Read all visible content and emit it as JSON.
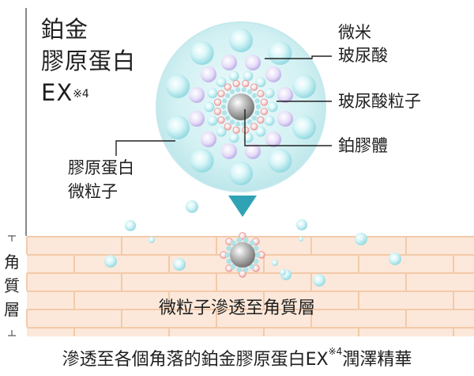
{
  "title": {
    "line1": "鉑金",
    "line2": "膠原蛋白",
    "line3": "EX",
    "note": "※4"
  },
  "callouts": {
    "micro_ha": [
      "微米",
      "玻尿酸"
    ],
    "ha_particle": "玻尿酸粒子",
    "platinum": "鉑膠體",
    "collagen_micro": [
      "膠原蛋白",
      "微粒子"
    ]
  },
  "skin": {
    "side_label": [
      "角",
      "質",
      "層"
    ],
    "penetration_text": "微粒子滲透至角質層"
  },
  "caption": {
    "main": "滲透至各個角落的鉑金膠原蛋白EX",
    "note": "※4",
    "tail": "潤澤精華"
  },
  "colors": {
    "skin_base": "#fce9dc",
    "skin_line": "#f2c9ad",
    "sphere": "#d4f1f3",
    "sphere_edge": "#bfe7ea",
    "bubble": "#c2eef1",
    "micro_ha": "#dcd3f3",
    "ha_particle": "#f4c2c0",
    "platinum": "#a9a9a9",
    "arrow": "#2aa0b3"
  }
}
